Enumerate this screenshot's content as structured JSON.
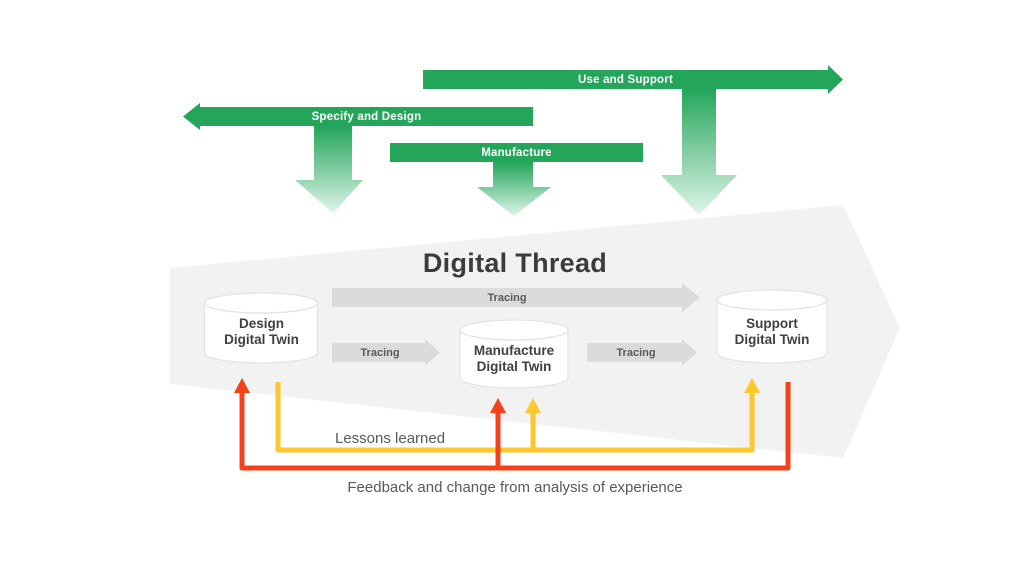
{
  "diagram": {
    "title": "Digital Thread",
    "colors": {
      "green": "#23A55A",
      "green_fade": "#DFF4E9",
      "thread_gray": "#F2F2F2",
      "tracing_gray": "#DBDBDB",
      "cylinder_border": "#E4E4E4",
      "cylinder_fill": "#FFFFFF",
      "yellow": "#FFC72B",
      "red": "#F4411A",
      "title_text": "#3C3C3C",
      "note_text": "#595959",
      "white": "#FFFFFF"
    },
    "lifecycle_bars": {
      "specify": {
        "label": "Specify and Design"
      },
      "manufacture": {
        "label": "Manufacture"
      },
      "use": {
        "label": "Use and Support"
      }
    },
    "tracing": {
      "long": {
        "label": "Tracing"
      },
      "left": {
        "label": "Tracing"
      },
      "right": {
        "label": "Tracing"
      }
    },
    "twins": {
      "design": {
        "label": "Design\nDigital Twin"
      },
      "manufacture": {
        "label": "Manufacture\nDigital Twin"
      },
      "support": {
        "label": "Support\nDigital Twin"
      }
    },
    "feedback": {
      "lessons_label": "Lessons learned",
      "feedback_label": "Feedback and change from analysis of experience"
    }
  }
}
